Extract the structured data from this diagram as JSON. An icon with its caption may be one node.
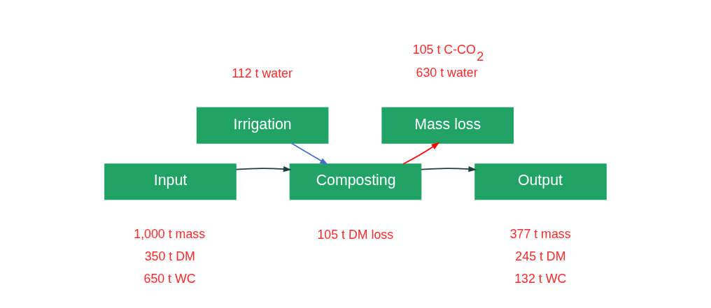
{
  "diagram": {
    "nodes": [
      {
        "text": [
          "Irrigation"
        ],
        "beside": [
          "112 t water"
        ]
      },
      {
        "text": [
          "Mass loss"
        ],
        "beside": [
          "105 t C-CO$_{2}$",
          "630 t water"
        ]
      },
      {
        "text": [
          "Input"
        ],
        "beside": [
          "1,000 t mass",
          "350 t DM",
          "650 t WC"
        ]
      },
      {
        "text": [
          "Composting"
        ],
        "beside": [
          "105 t DM loss"
        ]
      },
      {
        "text": [
          "Output"
        ],
        "beside": [
          "377 t mass",
          "245 t DM",
          "132 t WC"
        ]
      }
    ],
    "edges": [
      {
        "from": 0,
        "to": 3,
        "arrow": "to",
        "color": "#4472c4"
      },
      {
        "from": 3,
        "to": 1,
        "arrow": "to",
        "color": "#ff0000"
      },
      {
        "from": 2,
        "to": 3,
        "arrow": "to"
      },
      {
        "from": 3,
        "to": 4,
        "arrow": "to"
      }
    ]
  }
}
